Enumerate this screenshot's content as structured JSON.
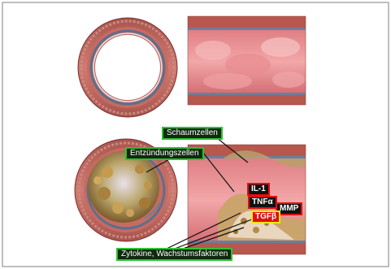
{
  "labels": {
    "foam_cells": "Schaumzellen",
    "inflammatory_cells": "Entzündungszellen",
    "il1": "IL-1",
    "tnfa": "TNFα",
    "mmp": "MMP",
    "tgfb": "TGFβ",
    "cytokines": "Zytokine, Wachstumsfaktoren"
  },
  "colors": {
    "green_border": "#2fc12f",
    "red_border": "#e01010",
    "yellow_border": "#f2e51c",
    "vessel_wall": "#b5574f",
    "lumen": "#d86f73"
  }
}
